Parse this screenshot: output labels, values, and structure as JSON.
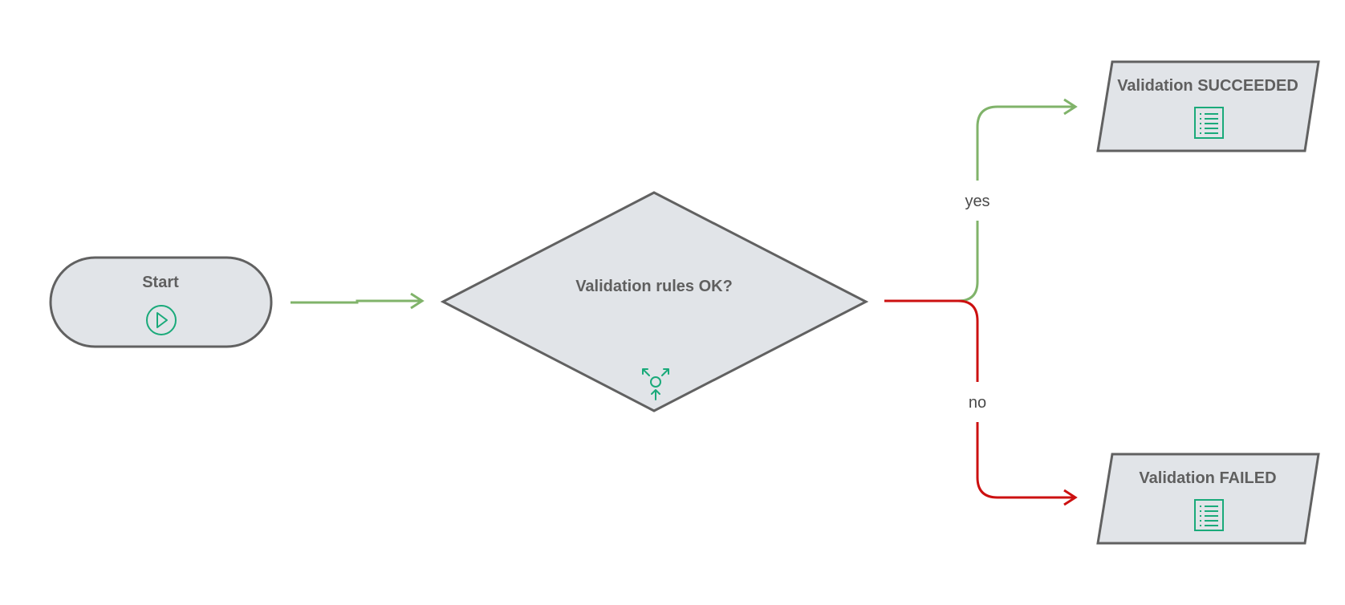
{
  "colors": {
    "node_fill": "#e1e4e8",
    "node_stroke": "#616161",
    "icon": "#1aaa7a",
    "edge_yes": "#80b36a",
    "edge_no": "#cc1010",
    "title_text": "#5f5f5f",
    "label_text": "#4a4a4a"
  },
  "nodes": {
    "start": {
      "title": "Start",
      "icon": "play-icon"
    },
    "decision": {
      "title": "Validation rules OK?",
      "icon": "gateway-icon"
    },
    "success": {
      "title": "Validation SUCCEEDED",
      "icon": "list-icon"
    },
    "failure": {
      "title": "Validation FAILED",
      "icon": "list-icon"
    }
  },
  "edges": {
    "yes": {
      "label": "yes"
    },
    "no": {
      "label": "no"
    }
  }
}
